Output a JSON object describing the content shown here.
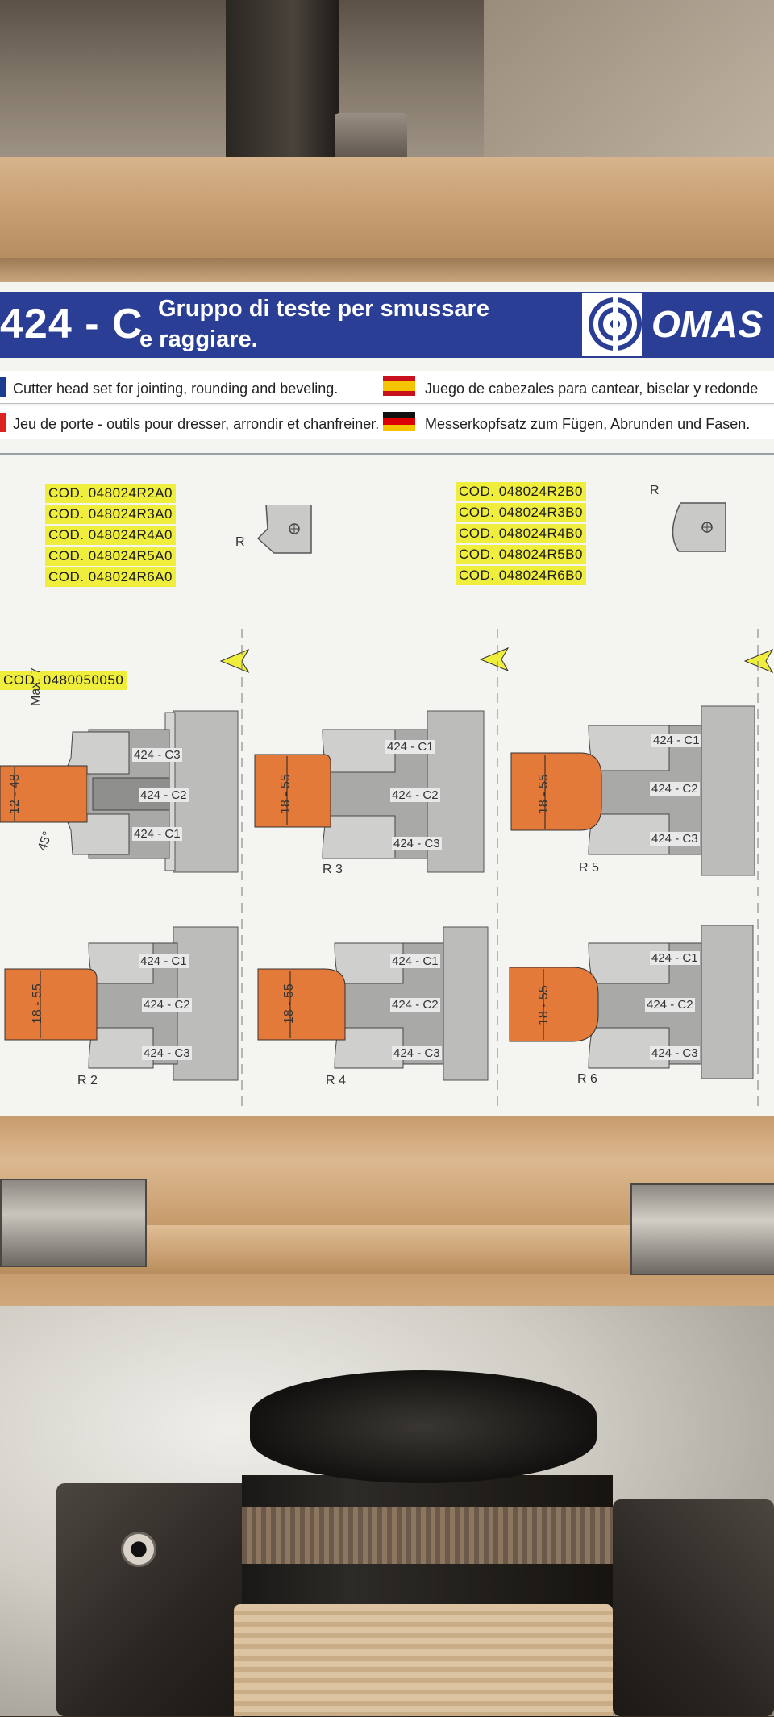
{
  "header": {
    "model_number": "424 - C",
    "title_line1": "Gruppo di teste per smussare",
    "title_line2": "e raggiare.",
    "brand": "OMAS"
  },
  "languages": {
    "en": "Cutter head set for jointing, rounding and beveling.",
    "fr": "Jeu de porte - outils pour dresser, arrondir et chanfreiner.",
    "es": "Juego de cabezales para cantear, biselar y redonde",
    "de": "Messerkopfsatz zum Fügen, Abrunden und Fasen."
  },
  "codes_left": [
    "COD.  048024R2A0",
    "COD.  048024R3A0",
    "COD.  048024R4A0",
    "COD.  048024R5A0",
    "COD.  048024R6A0"
  ],
  "codes_right": [
    "COD.  048024R2B0",
    "COD.  048024R3B0",
    "COD.  048024R4B0",
    "COD.  048024R5B0",
    "COD.  048024R6B0"
  ],
  "profile_label": "R",
  "spacer_code": "COD.  0480050050",
  "diagram_labels": {
    "max": "Max. 7",
    "range_a": "12 - 48",
    "angle": "45°",
    "range_b": "18 - 55",
    "c1": "424 - C1",
    "c2": "424 - C2",
    "c3": "424 - C3",
    "r2": "R 2",
    "r3": "R 3",
    "r4": "R 4",
    "r5": "R 5",
    "r6": "R 6"
  },
  "colors": {
    "header_blue": "#2a3e96",
    "code_highlight": "#f0ee3c",
    "wood_orange": "#e47a3a",
    "steel_grey": "#a9aaa8"
  }
}
